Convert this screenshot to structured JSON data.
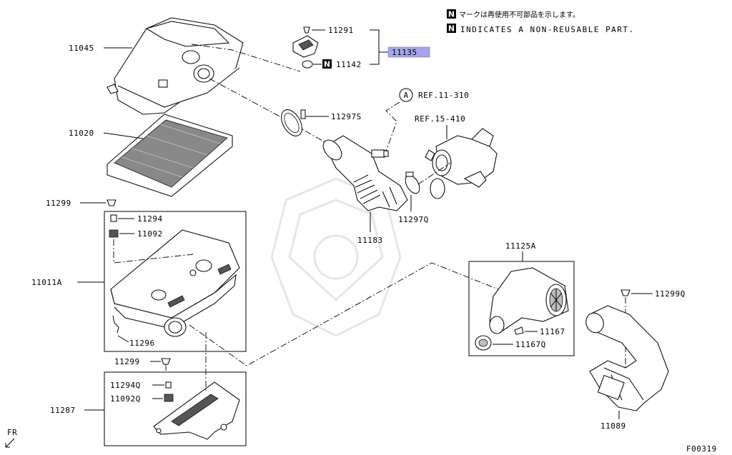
{
  "legend": {
    "badge": "N",
    "line_jp": "マークは再使用不可部品を示します。",
    "line_en": "INDICATES A NON-REUSABLE PART."
  },
  "parts": {
    "p11045": "11045",
    "p11291": "11291",
    "p11135": "11135",
    "p11142": "11142",
    "p11142_badge": "N",
    "p11020": "11020",
    "p11297s": "11297S",
    "ref_a_badge": "A",
    "ref_11_310": "REF.11-310",
    "ref_15_410": "REF.15-410",
    "p11299_top": "11299",
    "p11294": "11294",
    "p11092": "11092",
    "p11011a": "11011A",
    "p11296": "11296",
    "p11297q": "11297Q",
    "p11183": "11183",
    "p11125a": "11125A",
    "p11299q": "11299Q",
    "p11167": "11167",
    "p11167q": "11167Q",
    "p11299_mid": "11299",
    "p11294q": "11294Q",
    "p11092q": "11092Q",
    "p11287": "11287",
    "p11089": "11089"
  },
  "footer": {
    "fr": "FR",
    "code": "F00319"
  },
  "colors": {
    "highlight": "#a3a6e8",
    "line": "#000000"
  }
}
